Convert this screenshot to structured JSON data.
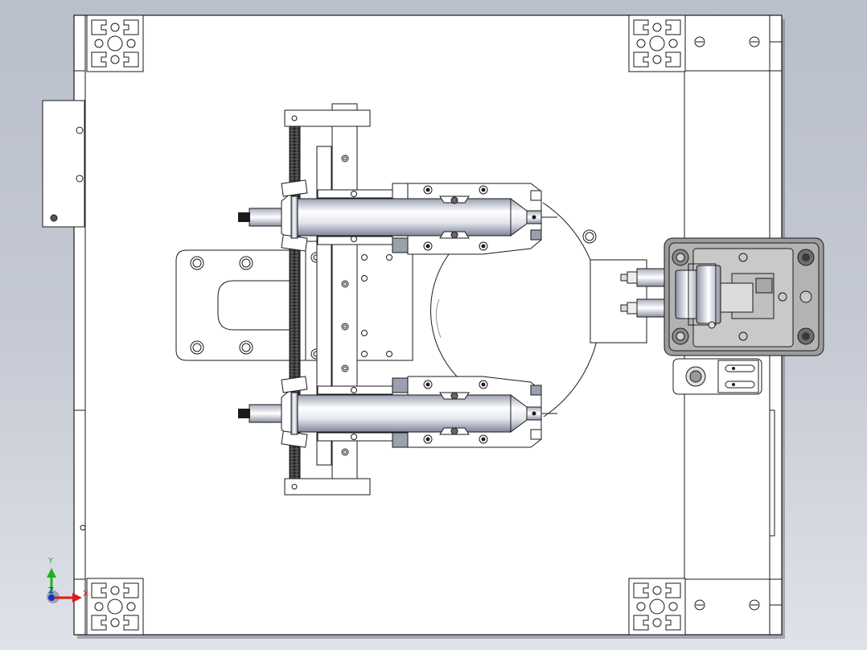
{
  "view": {
    "background_top": "#b9bfcb",
    "background_bottom": "#dfe2e8",
    "line_color": "#1a1a1a",
    "part_fill": "#ffffff",
    "metal_highlight": "#f4f6fb",
    "metal_shadow": "#8c93a6",
    "clamp_block": "#9c9c9c",
    "clamp_plate": "#c9c9c9"
  },
  "triad": {
    "y_label": "Y",
    "x_label": "X",
    "z_label": "Z",
    "y_color": "#1fb21f",
    "x_color": "#e01919",
    "z_color": "#1a2ad6"
  }
}
